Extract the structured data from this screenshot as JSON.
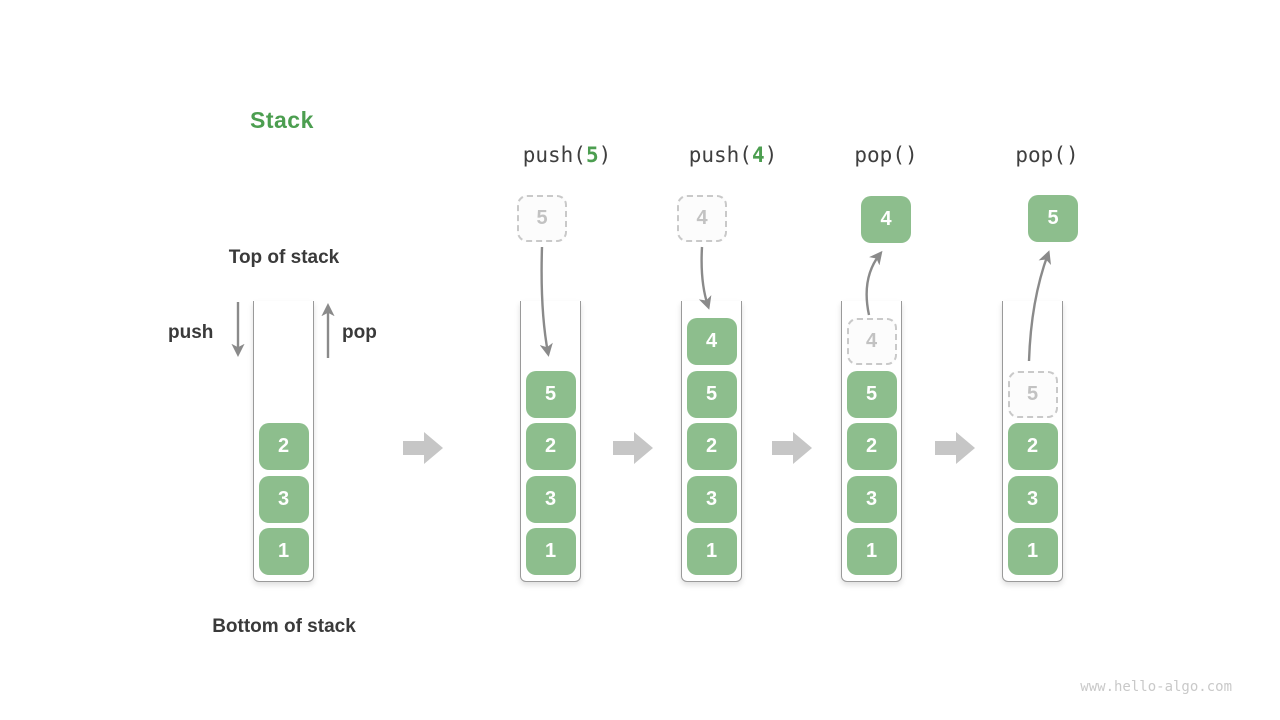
{
  "title": "Stack",
  "labels": {
    "top_of_stack": "Top of stack",
    "bottom_of_stack": "Bottom of stack",
    "push": "push",
    "pop": "pop"
  },
  "watermark": "www.hello-algo.com",
  "colors": {
    "box_green": "#8dbe8d",
    "accent_green": "#4c9e50",
    "label_dark": "#3a3a3a",
    "container_border": "#9a9a9a",
    "flow_arrow": "#8a8a8a",
    "block_arrow": "#c6c6c6",
    "dashed_border": "#c9c9c9",
    "dashed_text": "#c2c2c2",
    "watermark_gray": "#c9c9c9"
  },
  "columns": [
    {
      "name": "initial-stack",
      "items": [
        {
          "v": "2"
        },
        {
          "v": "3"
        },
        {
          "v": "1"
        }
      ]
    },
    {
      "name": "stack-after-push-5",
      "items": [
        {
          "v": "5"
        },
        {
          "v": "2"
        },
        {
          "v": "3"
        },
        {
          "v": "1"
        }
      ]
    },
    {
      "name": "stack-after-push-4",
      "items": [
        {
          "v": "4"
        },
        {
          "v": "5"
        },
        {
          "v": "2"
        },
        {
          "v": "3"
        },
        {
          "v": "1"
        }
      ]
    },
    {
      "name": "stack-after-pop-4",
      "items": [
        {
          "v": "4",
          "dashed": true
        },
        {
          "v": "5"
        },
        {
          "v": "2"
        },
        {
          "v": "3"
        },
        {
          "v": "1"
        }
      ]
    },
    {
      "name": "stack-after-pop-5",
      "items": [
        {
          "v": "5",
          "dashed": true
        },
        {
          "v": "2"
        },
        {
          "v": "3"
        },
        {
          "v": "1"
        }
      ]
    }
  ],
  "operations": [
    {
      "name": "push-5",
      "parts": [
        {
          "t": "push(",
          "c": "dark"
        },
        {
          "t": "5",
          "c": "green"
        },
        {
          "t": ")",
          "c": "dark"
        }
      ],
      "float": {
        "v": "5",
        "style": "dashed"
      }
    },
    {
      "name": "push-4",
      "parts": [
        {
          "t": "push(",
          "c": "dark"
        },
        {
          "t": "4",
          "c": "green"
        },
        {
          "t": ")",
          "c": "dark"
        }
      ],
      "float": {
        "v": "4",
        "style": "dashed"
      }
    },
    {
      "name": "pop-4",
      "parts": [
        {
          "t": "pop()",
          "c": "dark"
        }
      ],
      "float": {
        "v": "4",
        "style": "solid"
      }
    },
    {
      "name": "pop-5",
      "parts": [
        {
          "t": "pop()",
          "c": "dark"
        }
      ],
      "float": {
        "v": "5",
        "style": "solid"
      }
    }
  ]
}
